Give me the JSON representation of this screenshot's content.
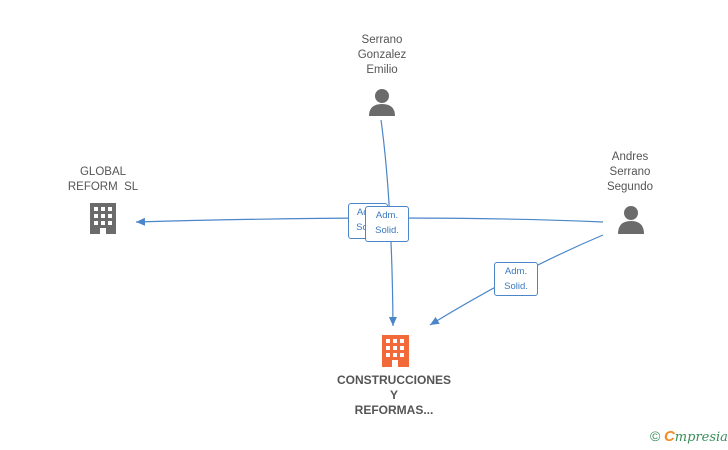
{
  "nodes": {
    "serrano_gonzalez_emilio": {
      "label_lines": [
        "Serrano",
        "Gonzalez",
        "Emilio"
      ],
      "type": "person"
    },
    "global_reform": {
      "label_lines": [
        "GLOBAL",
        "REFORM  SL"
      ],
      "type": "company"
    },
    "andres_serrano_segundo": {
      "label_lines": [
        "Andres",
        "Serrano",
        "Segundo"
      ],
      "type": "person"
    },
    "construcciones": {
      "label_lines": [
        "CONSTRUCCIONES",
        "Y",
        "REFORMAS..."
      ],
      "type": "company-main"
    }
  },
  "edge_labels": {
    "back": [
      "Adm.",
      "Solid."
    ],
    "front": [
      "Adm.",
      "Solid."
    ],
    "andres": [
      "Adm.",
      "Solid."
    ]
  },
  "colors": {
    "edge": "#4a86c8",
    "person_icon": "#6b6b6b",
    "company_icon": "#6b6b6b",
    "main_company_icon": "#f26a3a"
  },
  "brand": {
    "copyright": "©",
    "e": "C",
    "rest": "mpresia"
  }
}
